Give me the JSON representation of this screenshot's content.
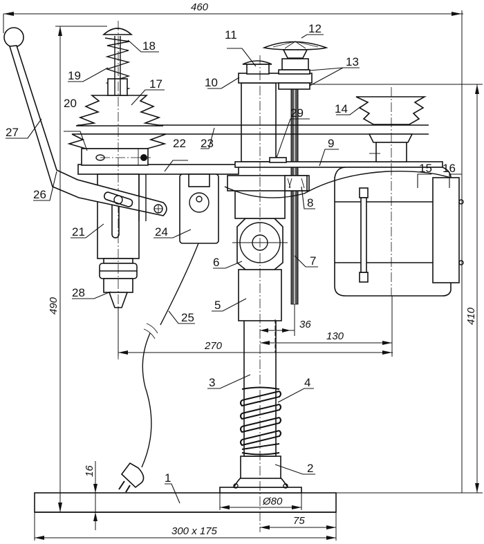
{
  "drawing": {
    "subject": "Bench drill press assembly",
    "callouts": [
      {
        "id": "1",
        "text": "1"
      },
      {
        "id": "2",
        "text": "2"
      },
      {
        "id": "3",
        "text": "3"
      },
      {
        "id": "4",
        "text": "4"
      },
      {
        "id": "5",
        "text": "5"
      },
      {
        "id": "6",
        "text": "6"
      },
      {
        "id": "7",
        "text": "7"
      },
      {
        "id": "8",
        "text": "8"
      },
      {
        "id": "9",
        "text": "9"
      },
      {
        "id": "10",
        "text": "10"
      },
      {
        "id": "11",
        "text": "11"
      },
      {
        "id": "12",
        "text": "12"
      },
      {
        "id": "13",
        "text": "13"
      },
      {
        "id": "14",
        "text": "14"
      },
      {
        "id": "15",
        "text": "15"
      },
      {
        "id": "16",
        "text": "16"
      },
      {
        "id": "17",
        "text": "17"
      },
      {
        "id": "18",
        "text": "18"
      },
      {
        "id": "19",
        "text": "19"
      },
      {
        "id": "20",
        "text": "20"
      },
      {
        "id": "21",
        "text": "21"
      },
      {
        "id": "22",
        "text": "22"
      },
      {
        "id": "23",
        "text": "23"
      },
      {
        "id": "24",
        "text": "24"
      },
      {
        "id": "25",
        "text": "25"
      },
      {
        "id": "26",
        "text": "26"
      },
      {
        "id": "27",
        "text": "27"
      },
      {
        "id": "28",
        "text": "28"
      },
      {
        "id": "29",
        "text": "29"
      }
    ],
    "dimensions": {
      "overall_width": "460",
      "overall_height": "490",
      "motor_height": "410",
      "spindle_reach": "270",
      "motor_offset": "130",
      "rod_offset": "36",
      "base_thickness": "16",
      "base_size": "300 x 175",
      "flange_diameter": "Ø80",
      "column_offset": "75"
    }
  }
}
